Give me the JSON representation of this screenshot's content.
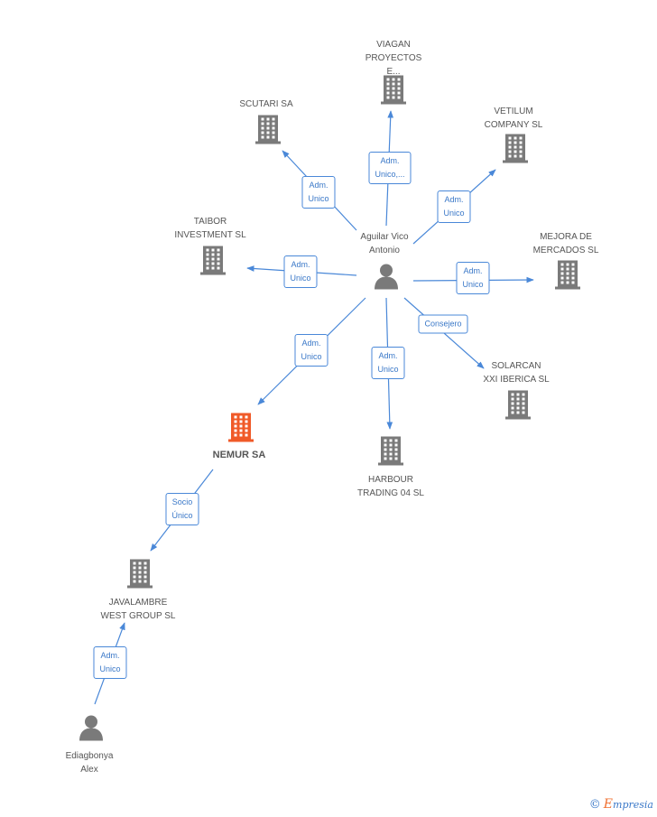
{
  "colors": {
    "edge": "#4a88d8",
    "company": "#7a7a7a",
    "focus_company": "#f05a28",
    "person": "#7a7a7a"
  },
  "nodes": [
    {
      "id": "viagan",
      "type": "company",
      "label": "VIAGAN\nPROYECTOS\nE..."
    },
    {
      "id": "scutari",
      "type": "company",
      "label": "SCUTARI SA"
    },
    {
      "id": "vetilum",
      "type": "company",
      "label": "VETILUM\nCOMPANY SL"
    },
    {
      "id": "taibor",
      "type": "company",
      "label": "TAIBOR\nINVESTMENT SL"
    },
    {
      "id": "aguilar",
      "type": "person",
      "label": "Aguilar Vico\nAntonio"
    },
    {
      "id": "mejora",
      "type": "company",
      "label": "MEJORA DE\nMERCADOS SL"
    },
    {
      "id": "solarcan",
      "type": "company",
      "label": "SOLARCAN\nXXI IBERICA SL"
    },
    {
      "id": "nemur",
      "type": "focus_company",
      "label": "NEMUR SA"
    },
    {
      "id": "harbour",
      "type": "company",
      "label": "HARBOUR\nTRADING 04 SL"
    },
    {
      "id": "javalambre",
      "type": "company",
      "label": "JAVALAMBRE\nWEST GROUP SL"
    },
    {
      "id": "ediagbonya",
      "type": "person",
      "label": "Ediagbonya\nAlex"
    }
  ],
  "edges": [
    {
      "from": "aguilar",
      "to": "viagan",
      "label": "Adm.\nUnico,..."
    },
    {
      "from": "aguilar",
      "to": "scutari",
      "label": "Adm.\nUnico"
    },
    {
      "from": "aguilar",
      "to": "vetilum",
      "label": "Adm.\nUnico"
    },
    {
      "from": "aguilar",
      "to": "taibor",
      "label": "Adm.\nUnico"
    },
    {
      "from": "aguilar",
      "to": "mejora",
      "label": "Adm.\nUnico"
    },
    {
      "from": "aguilar",
      "to": "solarcan",
      "label": "Consejero"
    },
    {
      "from": "aguilar",
      "to": "nemur",
      "label": "Adm.\nUnico"
    },
    {
      "from": "aguilar",
      "to": "harbour",
      "label": "Adm.\nUnico"
    },
    {
      "from": "nemur",
      "to": "javalambre",
      "label": "Socio\nÚnico"
    },
    {
      "from": "ediagbonya",
      "to": "javalambre",
      "label": "Adm.\nUnico"
    }
  ],
  "brand": {
    "copyright": "©",
    "name": "mpresia",
    "initial": "E"
  }
}
